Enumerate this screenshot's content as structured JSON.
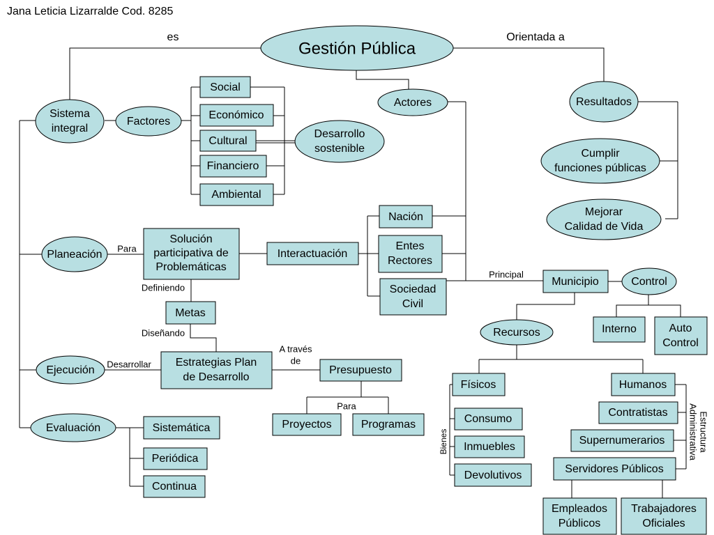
{
  "author": "Jana Leticia Lizarralde Cod. 8285",
  "root": "Gestión Pública",
  "labels": {
    "es": "es",
    "orientada_a": "Orientada a",
    "para1": "Para",
    "definiendo": "Definiendo",
    "disenando": "Diseñando",
    "desarrollar": "Desarrollar",
    "a_traves_1": "A través",
    "a_traves_2": "de",
    "para2": "Para",
    "principal": "Principal",
    "bienes": "Bienes",
    "estructura_1": "Estructura",
    "estructura_2": "Administrativa"
  },
  "nodes": {
    "sistema_integral": [
      "Sistema",
      "integral"
    ],
    "factores": "Factores",
    "social": "Social",
    "economico": "Económico",
    "cultural": "Cultural",
    "financiero": "Financiero",
    "ambiental": "Ambiental",
    "desarrollo_sostenible": [
      "Desarrollo",
      "sostenible"
    ],
    "actores": "Actores",
    "resultados": "Resultados",
    "cumplir": [
      "Cumplir",
      "funciones públicas"
    ],
    "mejorar": [
      "Mejorar",
      "Calidad de Vida"
    ],
    "planeacion": "Planeación",
    "solucion": [
      "Solución",
      "participativa de",
      "Problemáticas"
    ],
    "interactuacion": "Interactuación",
    "nacion": "Nación",
    "entes_rectores": [
      "Entes",
      "Rectores"
    ],
    "sociedad_civil": [
      "Sociedad",
      "Civil"
    ],
    "metas": "Metas",
    "municipio": "Municipio",
    "control": "Control",
    "interno": "Interno",
    "auto_control": [
      "Auto",
      "Control"
    ],
    "recursos": "Recursos",
    "ejecucion": "Ejecución",
    "estrategias": [
      "Estrategias Plan",
      "de Desarrollo"
    ],
    "presupuesto": "Presupuesto",
    "fisicos": "Físicos",
    "humanos": "Humanos",
    "proyectos": "Proyectos",
    "programas": "Programas",
    "consumo": "Consumo",
    "contratistas": "Contratistas",
    "evaluacion": "Evaluación",
    "sistematica": "Sistemática",
    "inmuebles": "Inmuebles",
    "supernumerarios": "Supernumerarios",
    "periodica": "Periódica",
    "devolutivos": "Devolutivos",
    "servidores": "Servidores Públicos",
    "continua": "Continua",
    "empleados": [
      "Empleados",
      "Públicos"
    ],
    "trabajadores": [
      "Trabajadores",
      "Oficiales"
    ]
  }
}
